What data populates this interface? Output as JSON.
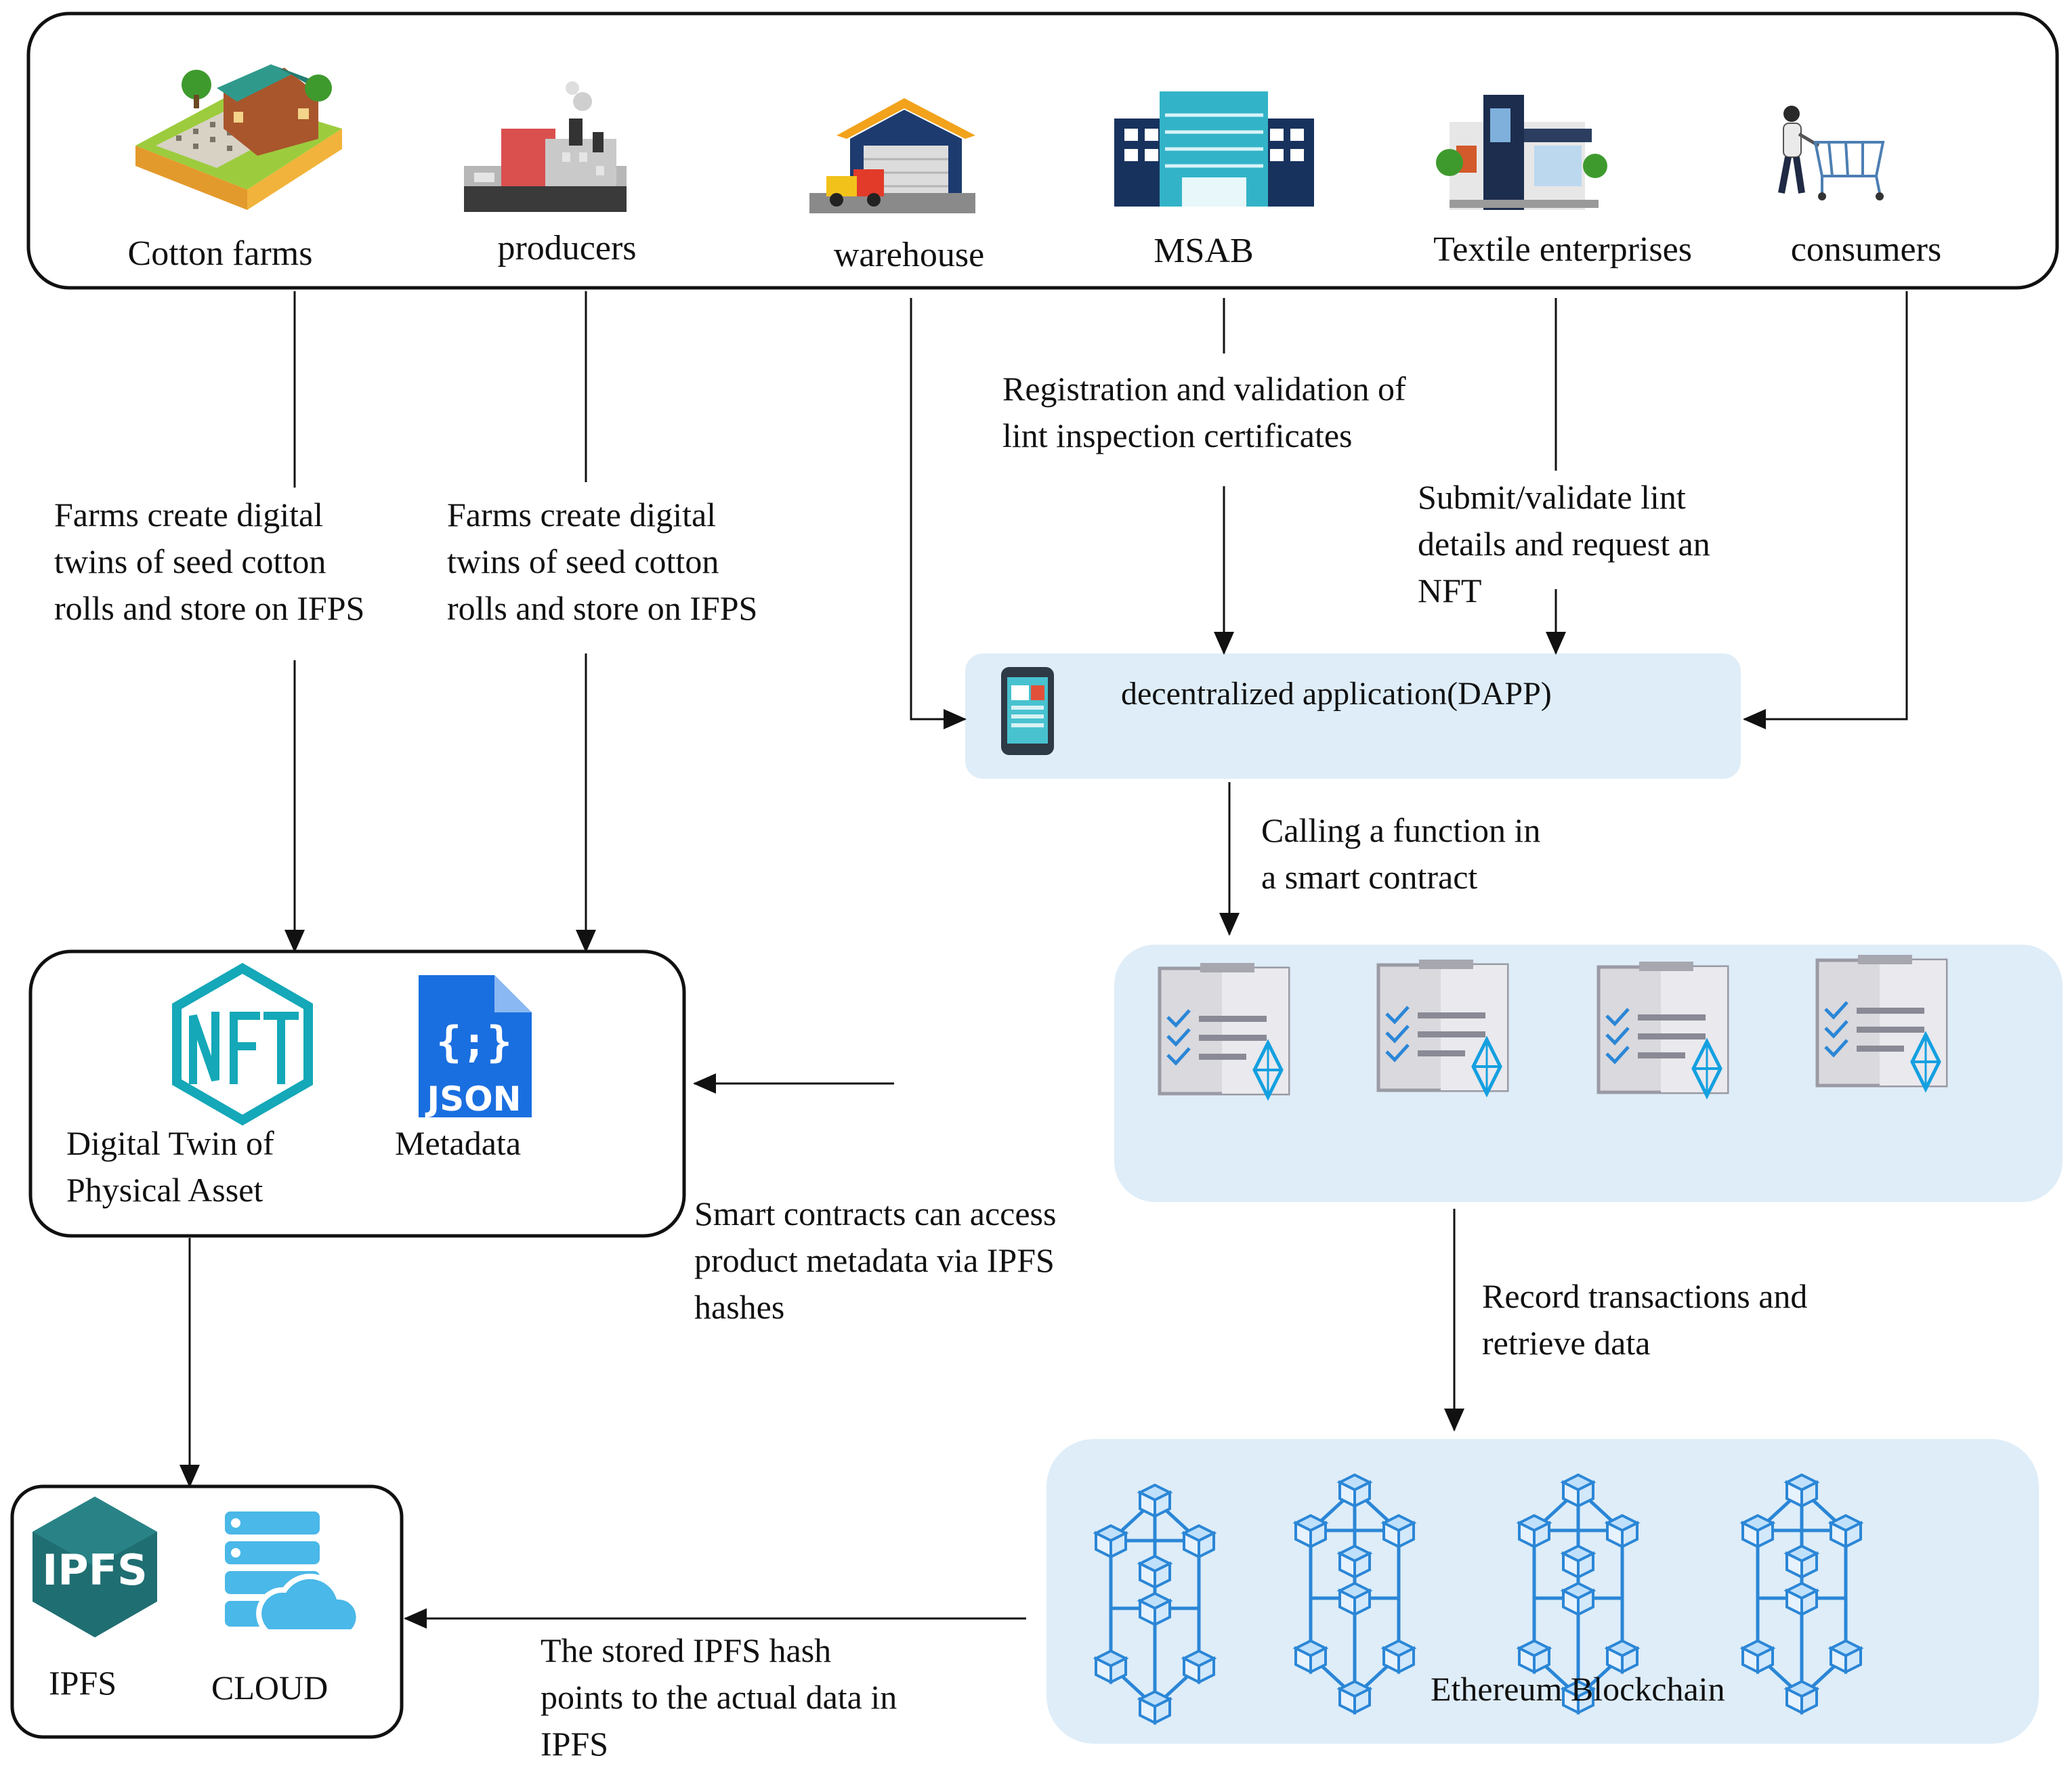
{
  "actors": [
    {
      "label": "Cotton farms",
      "icon": "farm-icon"
    },
    {
      "label": "producers",
      "icon": "factory-icon"
    },
    {
      "label": "warehouse",
      "icon": "warehouse-icon"
    },
    {
      "label": "MSAB",
      "icon": "office-building-icon"
    },
    {
      "label": "Textile enterprises",
      "icon": "textile-enterprise-icon"
    },
    {
      "label": "consumers",
      "icon": "shopper-cart-icon"
    }
  ],
  "edge_labels": {
    "farms": [
      "Farms create digital",
      "twins of seed cotton",
      "rolls and store on IFPS"
    ],
    "producers": [
      "Farms create digital",
      "twins of seed cotton",
      "rolls and store on IFPS"
    ],
    "msab": [
      "Registration and validation of",
      "lint inspection certificates"
    ],
    "textile": [
      "Submit/validate lint",
      "details and request an",
      "NFT"
    ],
    "dapp_to_contract": [
      "Calling a function in",
      "a smart contract"
    ],
    "contract_to_metadata": [
      "Smart contracts can access",
      "product metadata via IPFS",
      "hashes"
    ],
    "contract_to_chain": [
      "Record transactions and",
      "retrieve data"
    ],
    "chain_to_ipfs": [
      "The stored IPFS hash",
      "points to the actual data in",
      "IPFS"
    ]
  },
  "dapp": {
    "label": "decentralized application(DAPP)",
    "icon": "mobile-app-icon"
  },
  "nft_box": {
    "nft_label": [
      "Digital Twin of",
      "Physical Asset"
    ],
    "nft_icon": "nft-hexagon-icon",
    "metadata_label": "Metadata",
    "json_badge": "JSON",
    "json_glyph": "{;}",
    "json_icon": "json-file-icon"
  },
  "contracts": {
    "count": 4,
    "icon": "smart-contract-document-icon"
  },
  "blockchain": {
    "label": "Ethereum Blockchain",
    "count": 4,
    "icon": "blockchain-cubes-icon"
  },
  "storage_box": {
    "ipfs_label": "IPFS",
    "ipfs_logo_text": "IPFS",
    "ipfs_icon": "ipfs-hexagon-icon",
    "cloud_label": "CLOUD",
    "cloud_icon": "cloud-server-icon"
  },
  "colors": {
    "panel_fill": "#deedf8",
    "icon_blue": "#2b86d6",
    "nft_teal": "#14a8b8",
    "ipfs_green": "#1f6e72",
    "json_blue": "#1a6fe0",
    "cloud_blue": "#4ab8e8",
    "line": "#111111"
  }
}
